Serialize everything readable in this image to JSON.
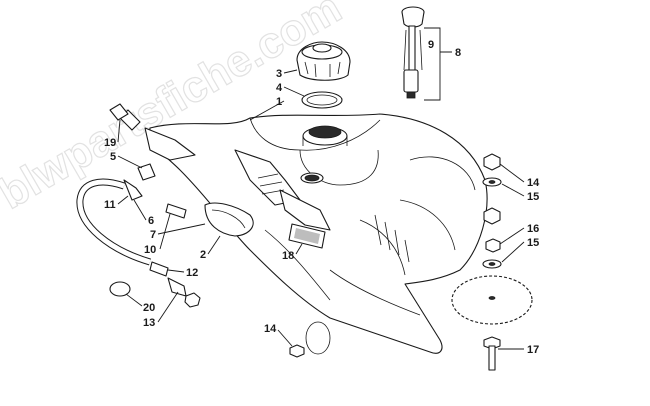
{
  "watermark": "blwpartsfiche.com",
  "callouts": {
    "c1": "1",
    "c2": "2",
    "c3": "3",
    "c4": "4",
    "c5": "5",
    "c6": "6",
    "c7": "7",
    "c8": "8",
    "c9": "9",
    "c10": "10",
    "c11": "11",
    "c12": "12",
    "c13": "13",
    "c14a": "14",
    "c14b": "14",
    "c15a": "15",
    "c15b": "15",
    "c16": "16",
    "c17": "17",
    "c18": "18",
    "c19": "19",
    "c20": "20"
  }
}
